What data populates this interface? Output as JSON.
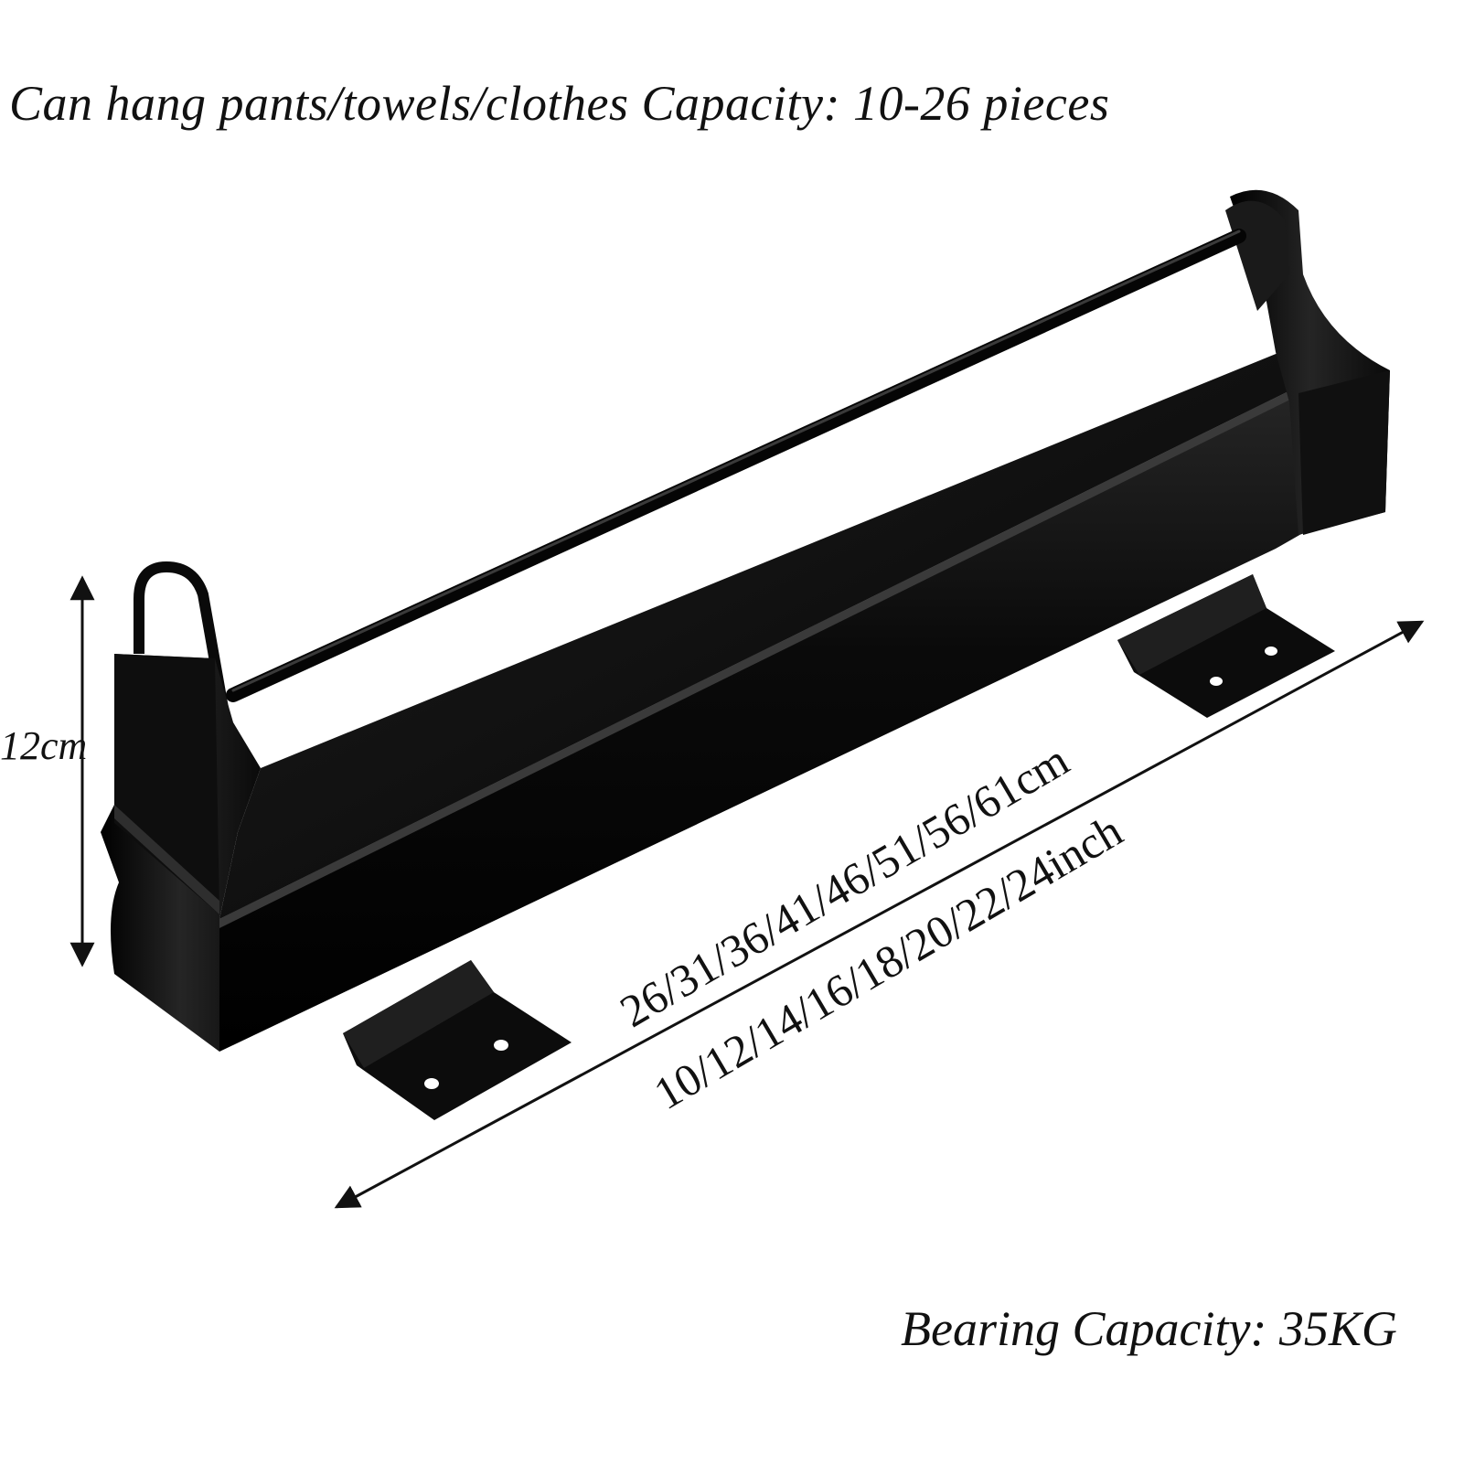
{
  "captions": {
    "top": "Can hang pants/towels/clothes Capacity: 10-26 pieces",
    "bottom": "Bearing Capacity: 35KG"
  },
  "dimensions": {
    "height": "12cm",
    "length_cm": "26/31/36/41/46/51/56/61cm",
    "length_inch": "10/12/14/16/18/20/22/24inch"
  },
  "colors": {
    "product": "#0b0b0b",
    "product_highlight": "#2a2a2a",
    "arrow": "#111111",
    "background": "#ffffff"
  },
  "icons": {
    "height_arrow": "double-arrow-vertical",
    "length_arrow": "double-arrow-diagonal"
  }
}
